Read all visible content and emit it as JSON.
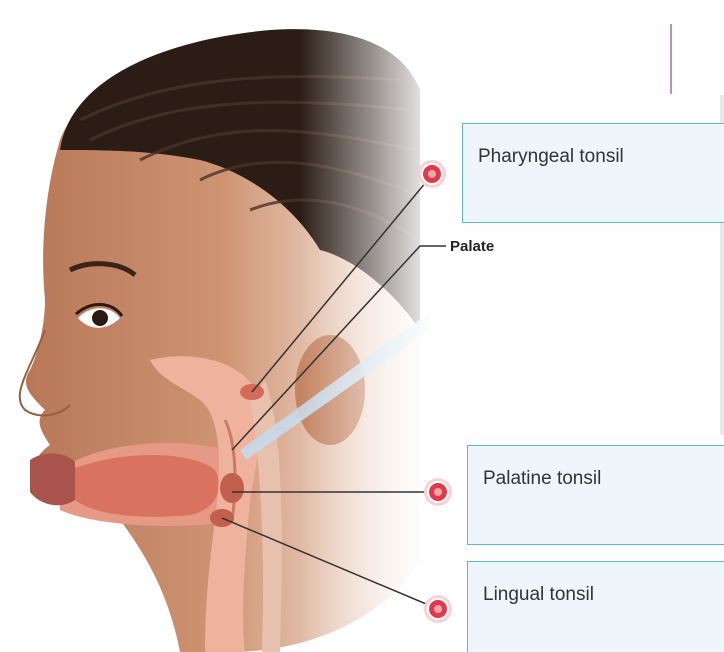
{
  "labels": {
    "pharyngeal": "Pharyngeal tonsil",
    "palate": "Palate",
    "palatine": "Palatine tonsil",
    "lingual": "Lingual tonsil"
  },
  "colors": {
    "box_fill": "#eef6fb",
    "box_border": "#5bb7c9",
    "pin": "#e03a4a",
    "skin": "#c98a6a",
    "hair": "#2b1d16",
    "tissue": "#e69a86"
  },
  "icons": [
    "target-pin-icon"
  ]
}
